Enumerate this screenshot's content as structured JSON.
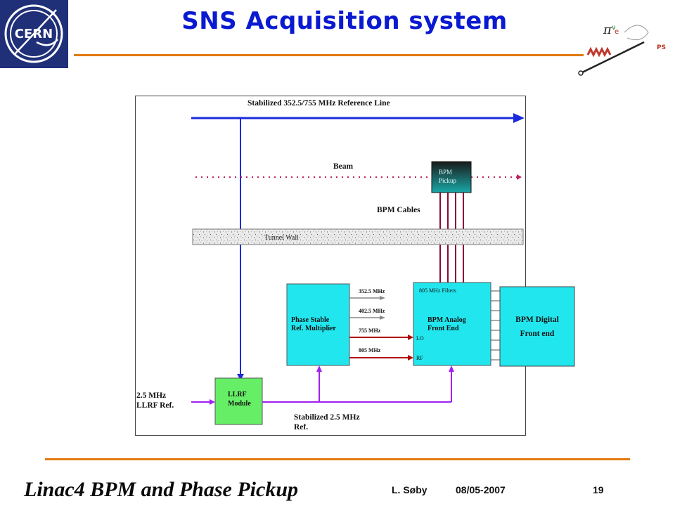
{
  "header": {
    "title": "SNS Acquisition system",
    "logo_text": "CERN",
    "ps_logo_text": "PS"
  },
  "diagram": {
    "reference_line_label": "Stabilized 352.5/755 MHz Reference Line",
    "beam_label": "Beam",
    "bpm_pickup_label_1": "BPM",
    "bpm_pickup_label_2": "Pickup",
    "bpm_cables_label": "BPM Cables",
    "tunnel_wall_label": "Tunnel Wall",
    "multiplier_label_1": "Phase Stable",
    "multiplier_label_2": "Ref. Multiplier",
    "freq_1": "352.5 MHz",
    "freq_2": "402.5 MHz",
    "freq_3": "755 MHz",
    "freq_4": "805 MHz",
    "filters_label": "805 MHz Filters",
    "analog_label_1": "BPM Analog",
    "analog_label_2": "Front End",
    "lo_label": "LO",
    "rf_label": "RF",
    "digital_label_1": "BPM Digital",
    "digital_label_2": "Front end",
    "llrf_label_1": "LLRF",
    "llrf_label_2": "Module",
    "llrf_ref_label_1": "2.5 MHz",
    "llrf_ref_label_2": "LLRF Ref.",
    "stabilized_label_1": "Stabilized 2.5 MHz",
    "stabilized_label_2": "Ref."
  },
  "footer": {
    "title": "Linac4 BPM and Phase Pickup",
    "author": "L. Søby",
    "date": "08/05-2007",
    "page": "19"
  },
  "colors": {
    "accent_orange": "#e07a10",
    "title_blue": "#0a1ad0",
    "cyan_box": "#22e6ee",
    "green_box": "#66ee66",
    "purple_line": "#a020f0",
    "cable_maroon": "#8a0a3a",
    "lo_red": "#b00000"
  }
}
